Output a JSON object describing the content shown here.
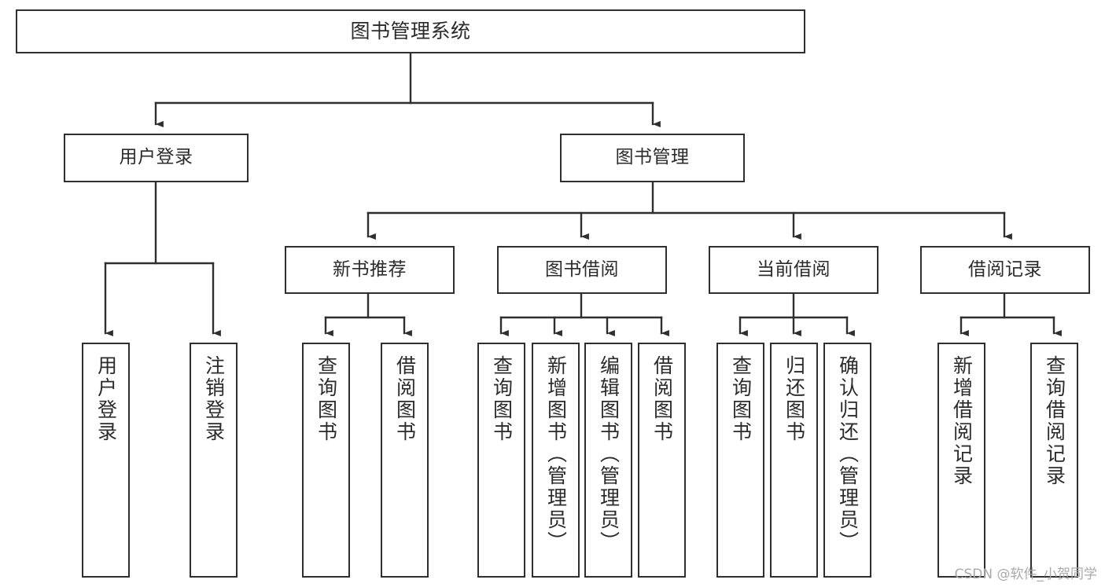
{
  "diagram": {
    "title": "图书管理系统",
    "type": "hierarchy-tree",
    "root": {
      "id": "root",
      "label": "图书管理系统"
    },
    "level1": [
      {
        "id": "login",
        "label": "用户登录"
      },
      {
        "id": "books",
        "label": "图书管理"
      }
    ],
    "level2": [
      {
        "id": "recommend",
        "label": "新书推荐",
        "parent": "books"
      },
      {
        "id": "borrow",
        "label": "图书借阅",
        "parent": "books"
      },
      {
        "id": "current",
        "label": "当前借阅",
        "parent": "books"
      },
      {
        "id": "records",
        "label": "借阅记录",
        "parent": "books"
      }
    ],
    "leaves": [
      {
        "id": "leaf-user-login",
        "label": "用户登录",
        "parent": "login"
      },
      {
        "id": "leaf-user-logout",
        "label": "注销登录",
        "parent": "login"
      },
      {
        "id": "leaf-rec-query",
        "label": "查询图书",
        "parent": "recommend"
      },
      {
        "id": "leaf-rec-borrow",
        "label": "借阅图书",
        "parent": "recommend"
      },
      {
        "id": "leaf-brw-query",
        "label": "查询图书",
        "parent": "borrow"
      },
      {
        "id": "leaf-brw-add",
        "label": "新增图书（管理员）",
        "parent": "borrow"
      },
      {
        "id": "leaf-brw-edit",
        "label": "编辑图书（管理员）",
        "parent": "borrow"
      },
      {
        "id": "leaf-brw-borrow",
        "label": "借阅图书",
        "parent": "borrow"
      },
      {
        "id": "leaf-cur-query",
        "label": "查询图书",
        "parent": "current"
      },
      {
        "id": "leaf-cur-return",
        "label": "归还图书",
        "parent": "current"
      },
      {
        "id": "leaf-cur-confirm",
        "label": "确认归还（管理员）",
        "parent": "current"
      },
      {
        "id": "leaf-rec-add",
        "label": "新增借阅记录",
        "parent": "records"
      },
      {
        "id": "leaf-rec-search",
        "label": "查询借阅记录",
        "parent": "records"
      }
    ]
  },
  "watermark": "CSDN @软件_小贺同学",
  "colors": {
    "background": "#ffffff",
    "box_fill": "#ffffff",
    "box_stroke": "#2f2f2f",
    "text": "#2b2b2b",
    "watermark": "#a9a9a9"
  }
}
